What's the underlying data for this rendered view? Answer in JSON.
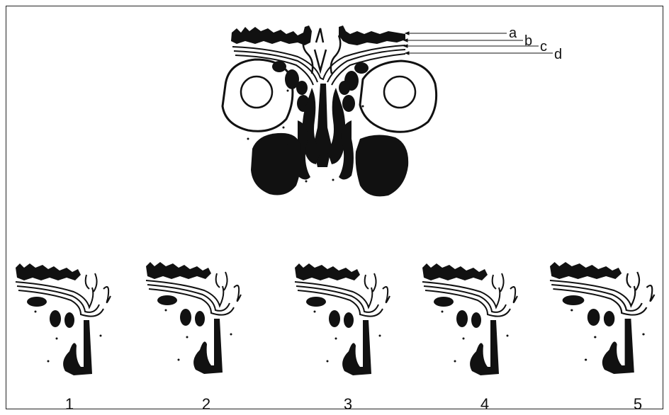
{
  "main_labels": [
    "a",
    "b",
    "c",
    "d"
  ],
  "panels": [
    "1",
    "2",
    "3",
    "4",
    "5"
  ]
}
